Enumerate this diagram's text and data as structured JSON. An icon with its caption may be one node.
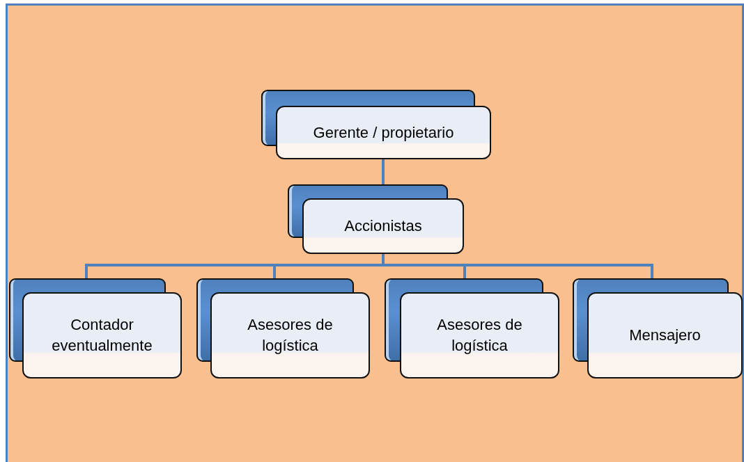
{
  "diagram": {
    "nodes": [
      {
        "text": [
          "Gerente / propietario"
        ]
      },
      {
        "text": [
          "Accionistas"
        ]
      },
      {
        "text": [
          "Contador eventualmente"
        ]
      },
      {
        "text": [
          "Asesores de logística"
        ]
      },
      {
        "text": [
          "Asesores de logística"
        ]
      },
      {
        "text": [
          "Mensajero"
        ]
      }
    ],
    "edges": [
      {
        "from": 0,
        "to": 1,
        "arrow": "none"
      },
      {
        "from": 1,
        "to": 2,
        "arrow": "none"
      },
      {
        "from": 1,
        "to": 3,
        "arrow": "none"
      },
      {
        "from": 1,
        "to": 4,
        "arrow": "none"
      },
      {
        "from": 1,
        "to": 5,
        "arrow": "none"
      }
    ]
  }
}
